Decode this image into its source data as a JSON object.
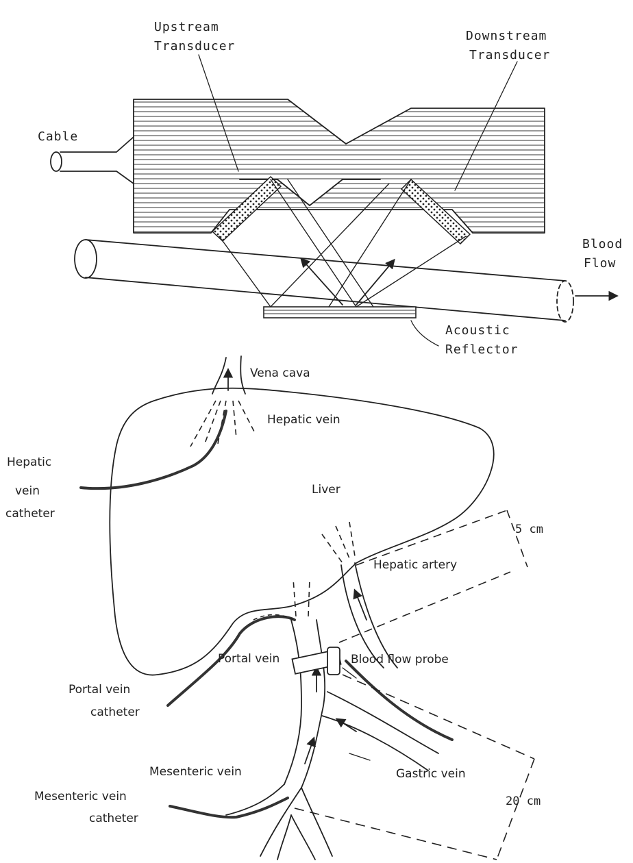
{
  "transducer_diagram": {
    "upstream_transducer": [
      "Upstream",
      "Transducer"
    ],
    "downstream_transducer": [
      "Downstream",
      "Transducer"
    ],
    "cable": "Cable",
    "blood_flow": [
      "Blood",
      "Flow"
    ],
    "acoustic_reflector": [
      "Acoustic",
      "Reflector"
    ]
  },
  "liver_diagram": {
    "vena_cava": "Vena cava",
    "hepatic_vein": "Hepatic vein",
    "hepatic_vein_catheter": [
      "Hepatic",
      "vein",
      "catheter"
    ],
    "liver": "Liver",
    "distance_short": "5  cm",
    "hepatic_artery": "Hepatic artery",
    "blood_flow_probe": "Blood flow probe",
    "portal_vein": "Portal vein",
    "portal_vein_catheter": [
      "Portal vein",
      "catheter"
    ],
    "mesenteric_vein": "Mesenteric vein",
    "mesenteric_vein_catheter": [
      "Mesenteric vein",
      "catheter"
    ],
    "gastric_vein": "Gastric vein",
    "distance_long": "20  cm"
  }
}
